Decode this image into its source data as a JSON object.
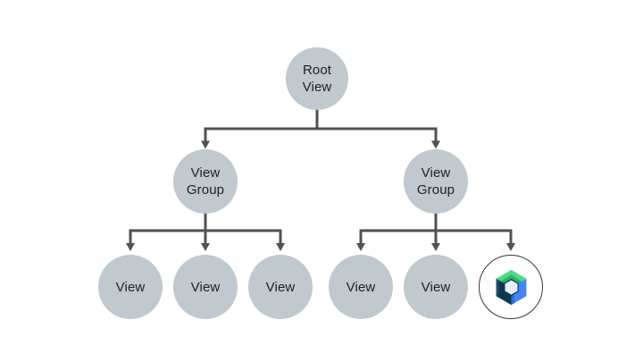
{
  "diagram": {
    "nodes": {
      "root": {
        "label": "Root View"
      },
      "group_left": {
        "label": "View Group"
      },
      "group_right": {
        "label": "View Group"
      },
      "view_left_1": {
        "label": "View"
      },
      "view_left_2": {
        "label": "View"
      },
      "view_left_3": {
        "label": "View"
      },
      "view_right_1": {
        "label": "View"
      },
      "view_right_2": {
        "label": "View"
      },
      "compose_leaf": {
        "icon": "jetpack-compose-logo"
      }
    }
  },
  "colors": {
    "background": "#ffffff",
    "node_fill": "#bfc9ce",
    "connector": "#4d5256",
    "label_text": "#1d2124",
    "compose_ring": "#35383b",
    "compose_green_light": "#50d88a",
    "compose_green": "#2bb269",
    "compose_blue": "#4285f4",
    "compose_blue_dark": "#2f6bd8",
    "compose_navy": "#0d3850",
    "compose_navy_light": "#2d4e68",
    "compose_center": "#e7f0fa"
  }
}
